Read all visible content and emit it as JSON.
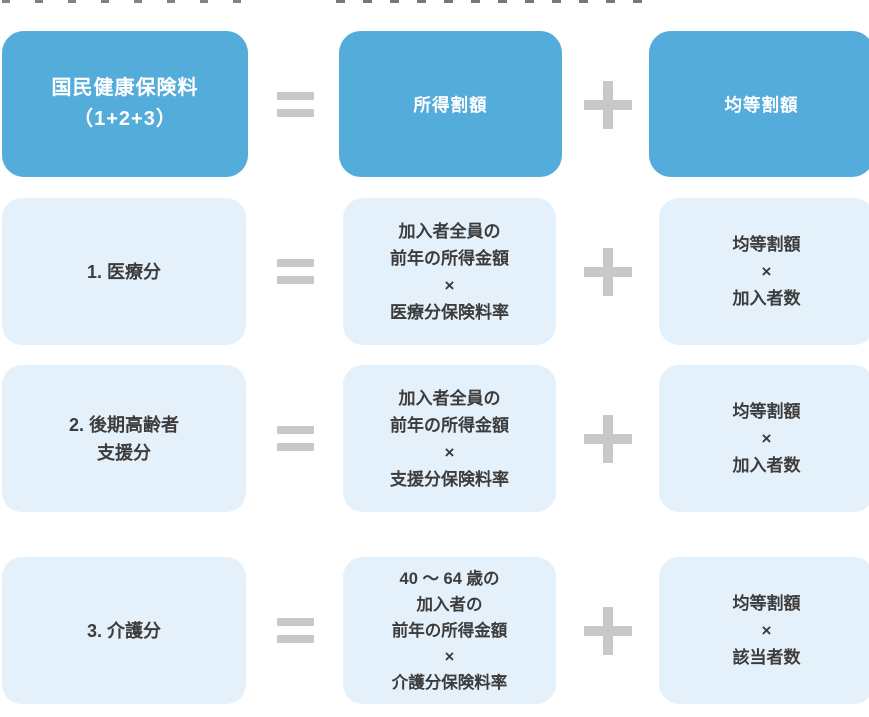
{
  "colors": {
    "primary_blue": "#54ACDB",
    "light_blue": "#E5F1FA",
    "operator_gray": "#C8C8C8",
    "text_dark": "#3C3C3C",
    "text_on_blue": "#FFFFFF"
  },
  "operators": {
    "equals_symbol": "=",
    "plus_symbol": "+"
  },
  "diagram": {
    "rows": [
      {
        "id": "total",
        "left": "国民健康保険料\n（1+2+3）",
        "middle": "所得割額",
        "right": "均等割額"
      },
      {
        "id": "medical",
        "left": "1. 医療分",
        "middle": "加入者全員の\n前年の所得金額\n×\n医療分保険料率",
        "right": "均等割額\n×\n加入者数"
      },
      {
        "id": "elderly-support",
        "left": "2. 後期高齢者\n支援分",
        "middle": "加入者全員の\n前年の所得金額\n×\n支援分保険料率",
        "right": "均等割額\n×\n加入者数"
      },
      {
        "id": "nursing-care",
        "left": "3. 介護分",
        "middle": "40 ～ 64 歳の\n加入者の\n前年の所得金額\n×\n介護分保険料率",
        "right": "均等割額\n×\n該当者数"
      }
    ]
  }
}
